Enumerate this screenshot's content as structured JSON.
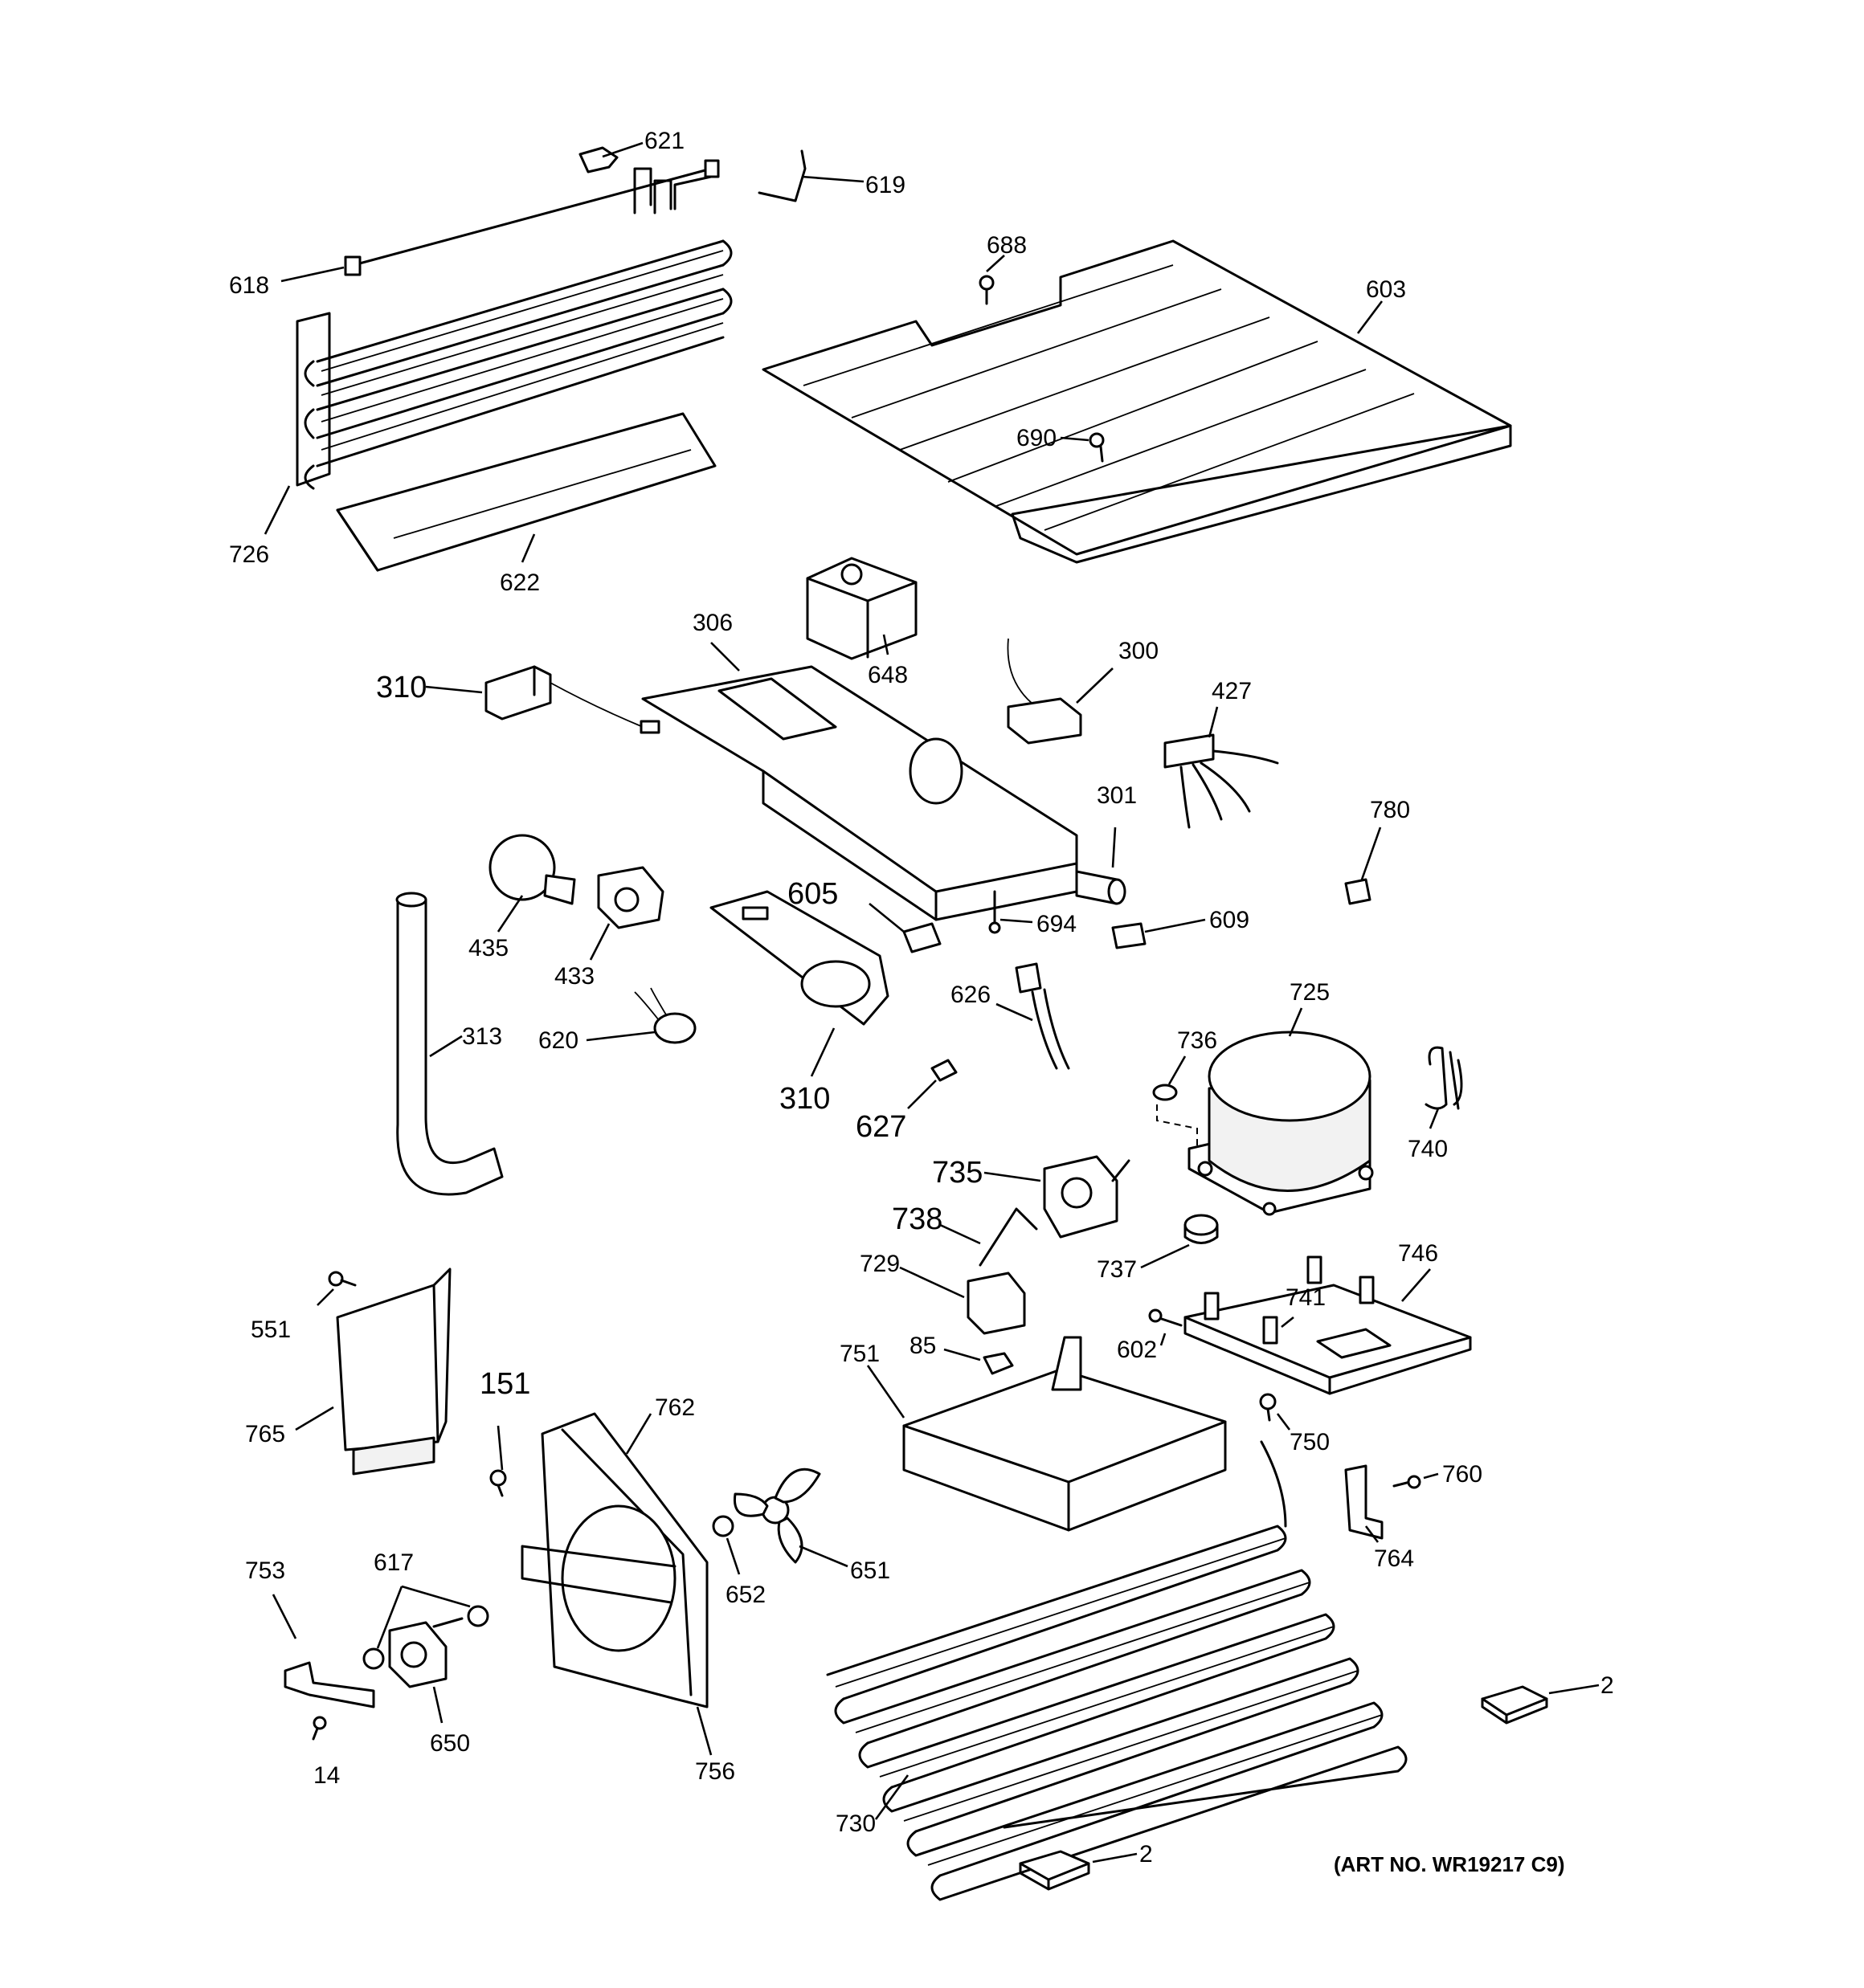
{
  "art_number": "(ART NO. WR19217 C9)",
  "callouts": {
    "c621": "621",
    "c619": "619",
    "c618": "618",
    "c688": "688",
    "c603": "603",
    "c690": "690",
    "c726": "726",
    "c622": "622",
    "c306": "306",
    "c648": "648",
    "c300": "300",
    "c310a": "310",
    "c427": "427",
    "c301": "301",
    "c780": "780",
    "c435": "435",
    "c605": "605",
    "c694": "694",
    "c609": "609",
    "c433": "433",
    "c313": "313",
    "c620": "620",
    "c626": "626",
    "c310b": "310",
    "c736": "736",
    "c725": "725",
    "c627": "627",
    "c740": "740",
    "c735": "735",
    "c738": "738",
    "c737": "737",
    "c746": "746",
    "c729": "729",
    "c741": "741",
    "c551": "551",
    "c85": "85",
    "c602": "602",
    "c751": "751",
    "c151": "151",
    "c762": "762",
    "c765": "765",
    "c750": "750",
    "c760": "760",
    "c764": "764",
    "c651": "651",
    "c652": "652",
    "c753": "753",
    "c617": "617",
    "c2a": "2",
    "c650": "650",
    "c14": "14",
    "c756": "756",
    "c730": "730",
    "c2b": "2"
  },
  "icons": {
    "coil-condenser": "evaporator-coil-icon",
    "shelf": "freezer-shelf-icon",
    "compressor": "compressor-icon"
  }
}
